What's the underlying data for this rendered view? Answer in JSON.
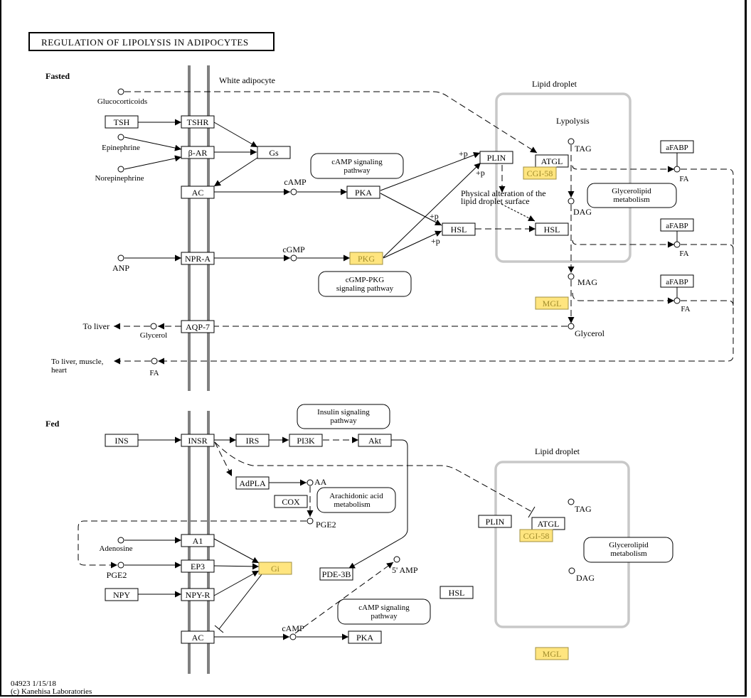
{
  "title": "REGULATION OF LIPOLYSIS IN ADIPOCYTES",
  "highlight_color": "#ffe57f",
  "sections": {
    "fasted": "Fasted",
    "fed": "Fed"
  },
  "cell_label": "White adipocyte",
  "fasted": {
    "lipid_droplet_label": "Lipid droplet",
    "lypolysis_label": "Lypolysis",
    "genes": {
      "tsh": "TSH",
      "tshr": "TSHR",
      "beta_ar": "β-AR",
      "gs": "Gs",
      "ac": "AC",
      "pka": "PKA",
      "npr_a": "NPR-A",
      "pkg": "PKG",
      "plin": "PLIN",
      "hsl_cyt": "HSL",
      "hsl_drop": "HSL",
      "atgl": "ATGL",
      "cgi58": "CGI-58",
      "mgl": "MGL",
      "aqp7": "AQP-7",
      "afabp1": "aFABP",
      "afabp2": "aFABP",
      "afabp3": "aFABP"
    },
    "compounds": {
      "glucocorticoids": "Glucocorticoids",
      "epinephrine": "Epinephrine",
      "norepinephrine": "Norepinephrine",
      "camp": "cAMP",
      "cgmp": "cGMP",
      "anp": "ANP",
      "tag": "TAG",
      "dag": "DAG",
      "mag": "MAG",
      "glycerol_in": "Glycerol",
      "glycerol_out": "Glycerol",
      "fa1": "FA",
      "fa2": "FA",
      "fa3": "FA",
      "fa_out": "FA"
    },
    "maps": {
      "camp_pathway": [
        "cAMP signaling",
        "pathway"
      ],
      "cgmp_pathway": [
        "cGMP-PKG",
        "signaling pathway"
      ],
      "glycerolipid": [
        "Glycerolipid",
        "metabolism"
      ]
    },
    "labels": {
      "plus_p": "+p",
      "physical_alteration": [
        "Physical alteration of the",
        "lipid droplet surface"
      ],
      "to_liver": "To liver",
      "to_liver_muscle": [
        "To liver, muscle,",
        "heart"
      ]
    }
  },
  "fed": {
    "lipid_droplet_label": "Lipid droplet",
    "genes": {
      "ins": "INS",
      "insr": "INSR",
      "irs": "IRS",
      "pi3k": "PI3K",
      "akt": "Akt",
      "adpla": "AdPLA",
      "cox": "COX",
      "a1": "A1",
      "ep3": "EP3",
      "npy": "NPY",
      "npy_r": "NPY-R",
      "gi": "Gi",
      "ac": "AC",
      "pka": "PKA",
      "pde3b": "PDE-3B",
      "plin": "PLIN",
      "atgl": "ATGL",
      "cgi58": "CGI-58",
      "hsl": "HSL",
      "mgl": "MGL"
    },
    "compounds": {
      "aa": "AA",
      "pge2_a": "PGE2",
      "pge2_b": "PGE2",
      "adenosine": "Adenosine",
      "camp": "cAMP",
      "amp5": "5' AMP",
      "tag": "TAG",
      "dag": "DAG"
    },
    "maps": {
      "insulin": [
        "Insulin signaling",
        "pathway"
      ],
      "arachidonic": [
        "Arachidonic acid",
        "metabolism"
      ],
      "camp_pathway": [
        "cAMP signaling",
        "pathway"
      ],
      "glycerolipid": [
        "Glycerolipid",
        "metabolism"
      ]
    }
  },
  "footer": {
    "id_date": "04923 1/15/18",
    "copyright": "(c) Kanehisa Laboratories"
  }
}
